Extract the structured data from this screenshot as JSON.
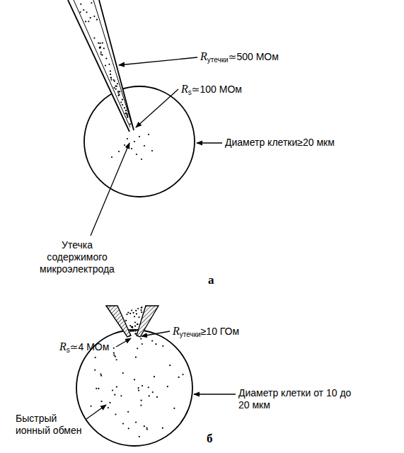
{
  "diagram": {
    "labels": [
      "R",
      "утечки",
      "≃500 МОм",
      "R",
      "s",
      "≃100 МОм",
      "Диаметр клетки≥20 мкм",
      "Утечка содержимого микроэлектрода",
      "а",
      "R",
      "утечки",
      "≥10 ГОм",
      "R",
      "s",
      "≃4 МОм",
      "Диаметр клетки от 10 до 20 мкм",
      "Быстрый ионный обмен",
      "б"
    ]
  }
}
